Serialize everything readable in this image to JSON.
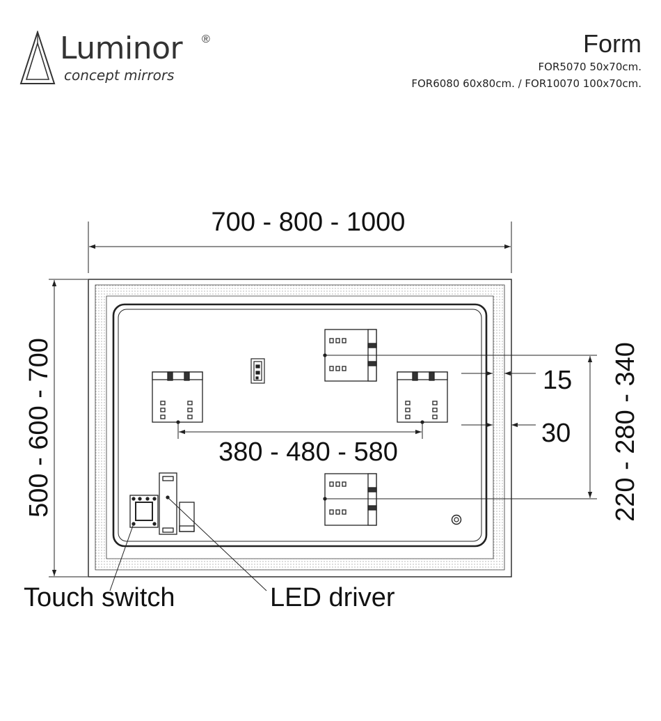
{
  "brand": {
    "name": "Luminor",
    "registered": "®",
    "tagline": "concept mirrors"
  },
  "product": {
    "title": "Form",
    "models_line1": "FOR5070 50x70cm.",
    "models_line2": "FOR6080 60x80cm. / FOR10070 100x70cm."
  },
  "dimensions": {
    "width": "700 - 800 - 1000",
    "height": "500 - 600 - 700",
    "bracket_spacing": "380 - 480 - 580",
    "vertical_spacing": "220 - 280 - 340",
    "offset_top": "15",
    "offset_side": "30"
  },
  "labels": {
    "touch_switch": "Touch switch",
    "led_driver": "LED driver"
  }
}
